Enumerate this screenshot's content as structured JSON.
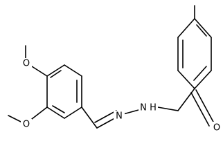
{
  "molecule": {
    "labels": {
      "o_methoxy_top": "O",
      "o_methoxy_bottom": "O",
      "n_imine": "N",
      "n_hydrazide": "N",
      "h_hydrazide": "H",
      "o_carbonyl": "O"
    }
  }
}
